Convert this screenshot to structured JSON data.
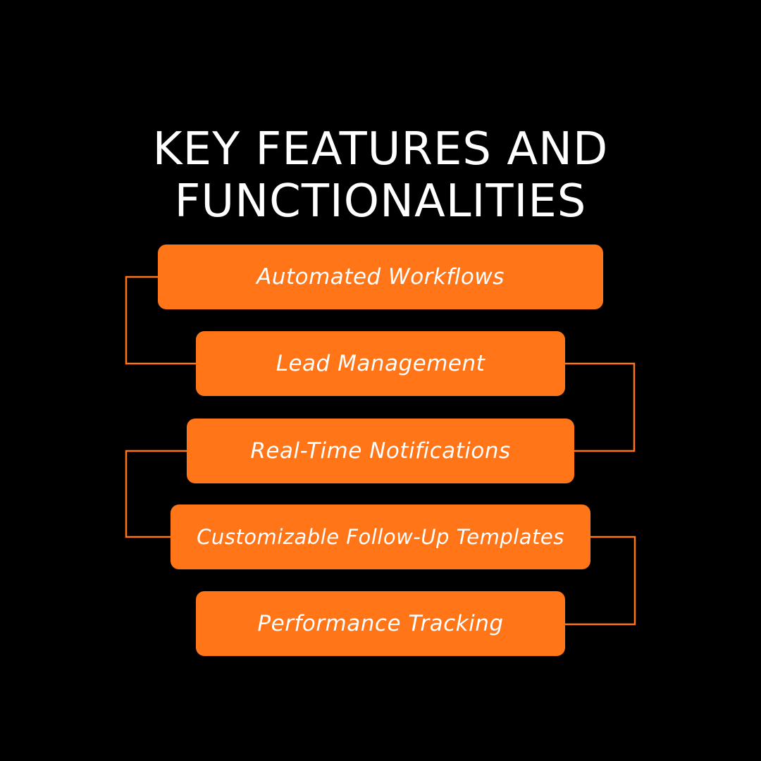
{
  "title": {
    "line1": "KEY FEATURES AND",
    "line2": "FUNCTIONALITIES"
  },
  "features": [
    {
      "label": "Automated Workflows"
    },
    {
      "label": "Lead Management"
    },
    {
      "label": "Real-Time Notifications"
    },
    {
      "label": "Customizable Follow-Up Templates"
    },
    {
      "label": "Performance Tracking"
    }
  ],
  "colors": {
    "background": "#000000",
    "box_fill": "#ff7518",
    "connector": "#ff7518",
    "text": "#ffffff"
  }
}
